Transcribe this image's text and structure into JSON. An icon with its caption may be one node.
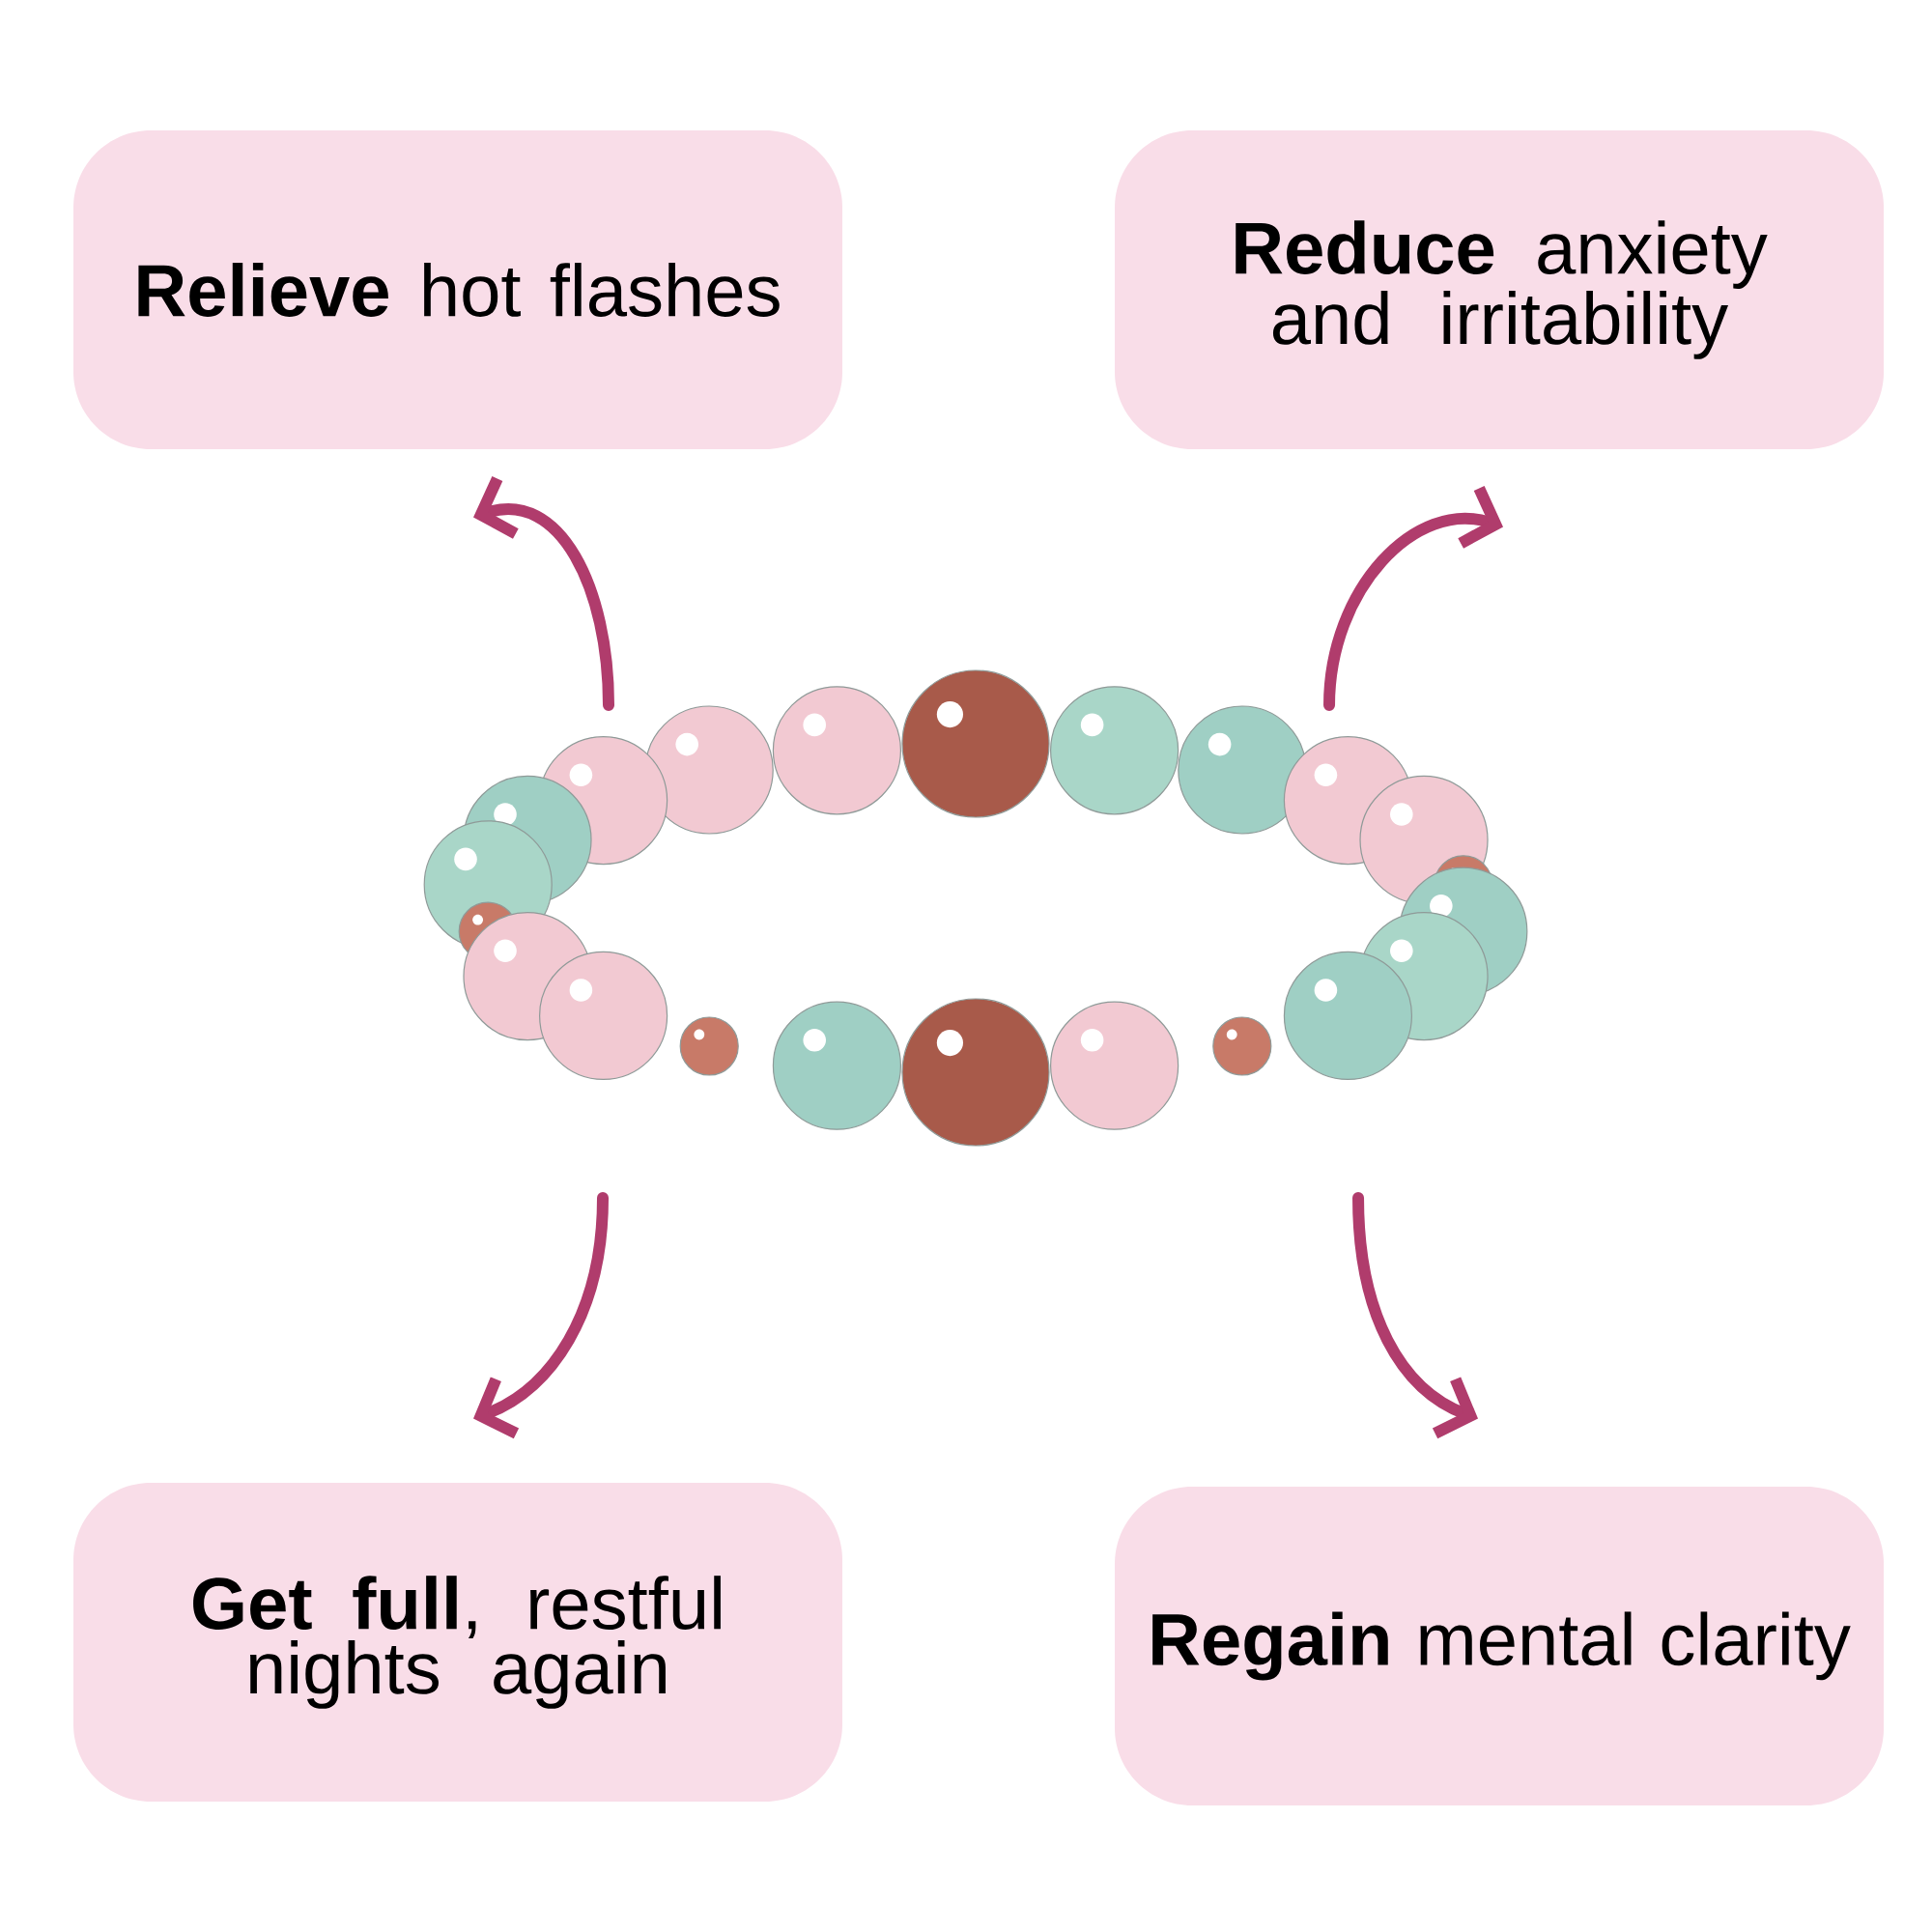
{
  "diagram": {
    "nodes": [
      {
        "text": [
          "**Relieve** hot flashes"
        ]
      },
      {
        "text": [
          "**Reduce** anxiety and irritability"
        ]
      },
      {
        "text": [],
        "shape": "picture"
      },
      {
        "text": [
          "**Get full**, restful nights again"
        ]
      },
      {
        "text": [
          "**Regain** mental clarity"
        ]
      }
    ],
    "edges": [
      {
        "from": 2,
        "to": 0,
        "arrow": "to"
      },
      {
        "from": 2,
        "to": 1,
        "arrow": "to"
      },
      {
        "from": 2,
        "to": 3,
        "arrow": "to"
      },
      {
        "from": 2,
        "to": 4,
        "arrow": "to"
      }
    ]
  }
}
